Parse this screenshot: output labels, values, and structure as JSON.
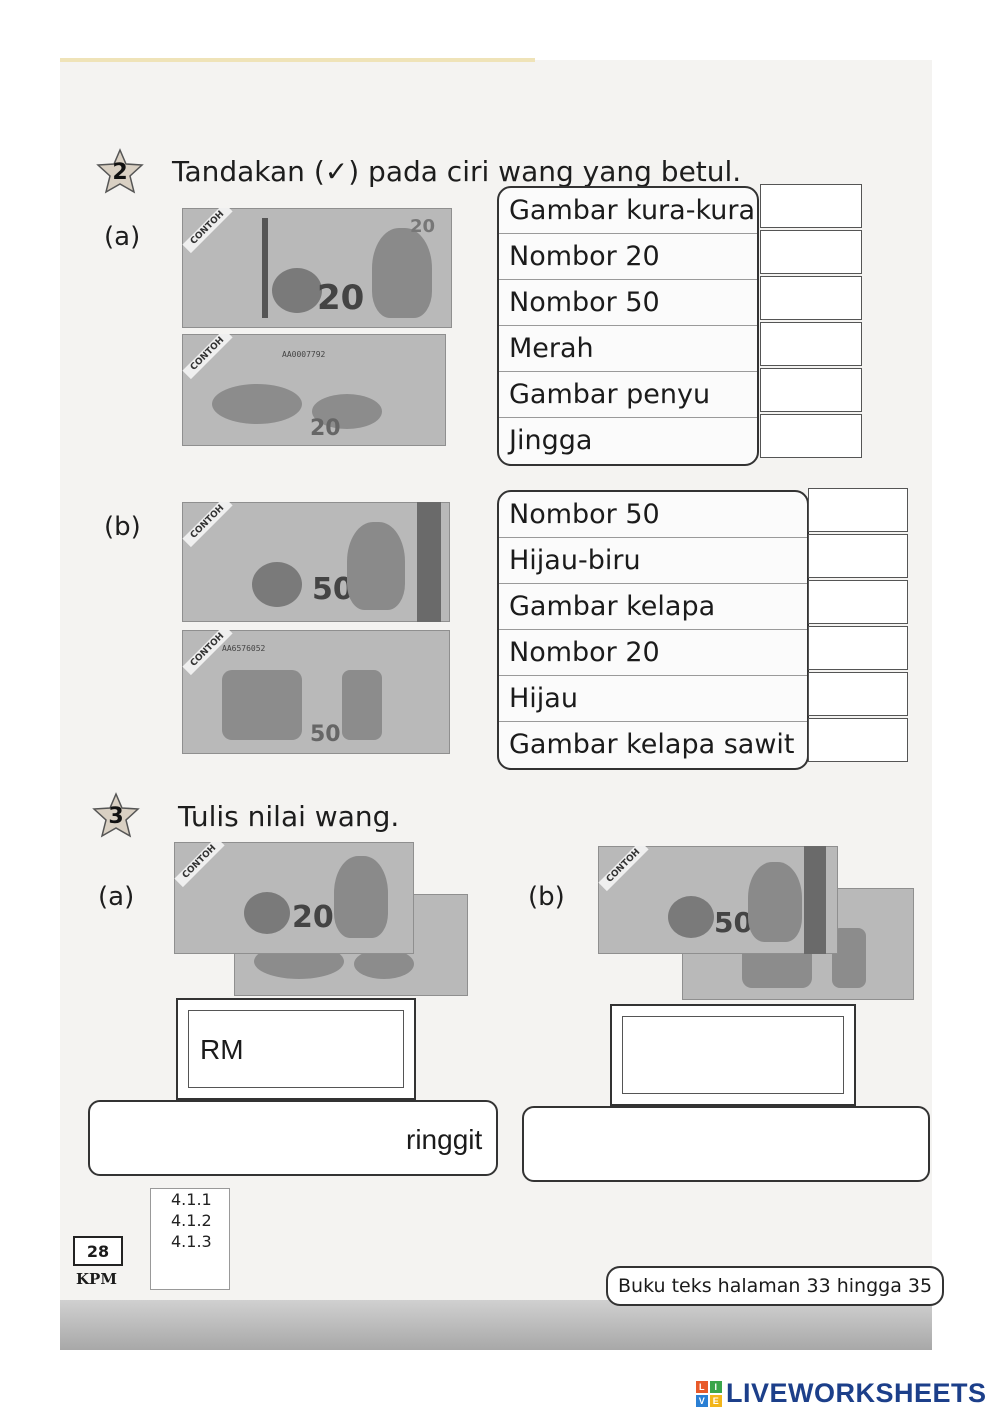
{
  "question2": {
    "number": "2",
    "instruction": "Tandakan (✓) pada ciri wang yang betul.",
    "part_a": {
      "label": "(a)",
      "options": [
        "Gambar kura-kura",
        "Nombor 20",
        "Nombor 50",
        "Merah",
        "Gambar penyu",
        "Jingga"
      ]
    },
    "part_b": {
      "label": "(b)",
      "options": [
        "Nombor 50",
        "Hijau-biru",
        "Gambar kelapa",
        "Nombor 20",
        "Hijau",
        "Gambar kelapa sawit"
      ]
    }
  },
  "question3": {
    "number": "3",
    "instruction": "Tulis nilai wang.",
    "part_a": {
      "label": "(a)",
      "rm_label": "RM",
      "ringgit_label": "ringgit"
    },
    "part_b": {
      "label": "(b)"
    }
  },
  "notes": {
    "contoh": "CONTOH",
    "rm20_number": "20",
    "rm50_number": "50",
    "rm20_serial": "AA0007792",
    "rm50_serial": "AA6576052"
  },
  "footer": {
    "codes": [
      "4.1.1",
      "4.1.2",
      "4.1.3"
    ],
    "page_number": "28",
    "publisher": "KPM",
    "textbook_ref": "Buku teks halaman 33 hingga 35"
  },
  "brand": {
    "logo_letters": [
      "L",
      "I",
      "V",
      "E"
    ],
    "name": "LIVEWORKSHEETS"
  }
}
